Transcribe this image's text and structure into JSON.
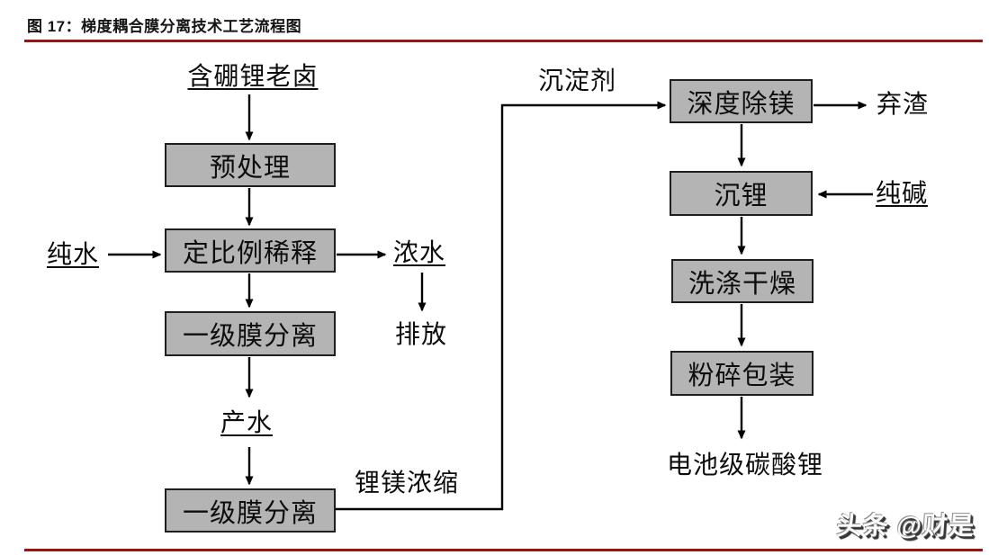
{
  "figure": {
    "caption": "图 17：梯度耦合膜分离技术工艺流程图",
    "watermark": "头条 @财是"
  },
  "colors": {
    "accent_rule": "#9a1414",
    "box_fill": "#b4b4b4",
    "box_border": "#1f1f1f",
    "line": "#000000"
  },
  "nodes": {
    "pretreatment": "预处理",
    "dilution": "定比例稀释",
    "membrane_stage1": "一级膜分离",
    "membrane_stage2": "一级膜分离",
    "deep_mg_removal": "深度除镁",
    "li_precipitation": "沉锂",
    "washing_drying": "洗涤干燥",
    "crushing_packaging": "粉碎包装"
  },
  "labels": {
    "source": "含硼锂老卤",
    "pure_water": "纯水",
    "concentrated_water": "浓水",
    "discharge": "排放",
    "product_water": "产水",
    "li_mg_concentrate": "锂镁浓缩",
    "precipitant": "沉淀剂",
    "waste_residue": "弃渣",
    "soda_ash": "纯碱",
    "battery_grade_li2co3": "电池级碳酸锂"
  },
  "edges": [
    {
      "from": "source",
      "to": "pretreatment"
    },
    {
      "from": "pretreatment",
      "to": "dilution"
    },
    {
      "from": "pure_water",
      "to": "dilution"
    },
    {
      "from": "dilution",
      "to": "concentrated_water"
    },
    {
      "from": "concentrated_water",
      "to": "discharge"
    },
    {
      "from": "dilution",
      "to": "membrane_stage1"
    },
    {
      "from": "membrane_stage1",
      "to": "product_water"
    },
    {
      "from": "product_water",
      "to": "membrane_stage2"
    },
    {
      "from": "membrane_stage2",
      "to": "deep_mg_removal",
      "label": "锂镁浓缩 / 沉淀剂"
    },
    {
      "from": "deep_mg_removal",
      "to": "waste_residue"
    },
    {
      "from": "deep_mg_removal",
      "to": "li_precipitation"
    },
    {
      "from": "soda_ash",
      "to": "li_precipitation"
    },
    {
      "from": "li_precipitation",
      "to": "washing_drying"
    },
    {
      "from": "washing_drying",
      "to": "crushing_packaging"
    },
    {
      "from": "crushing_packaging",
      "to": "battery_grade_li2co3"
    }
  ]
}
